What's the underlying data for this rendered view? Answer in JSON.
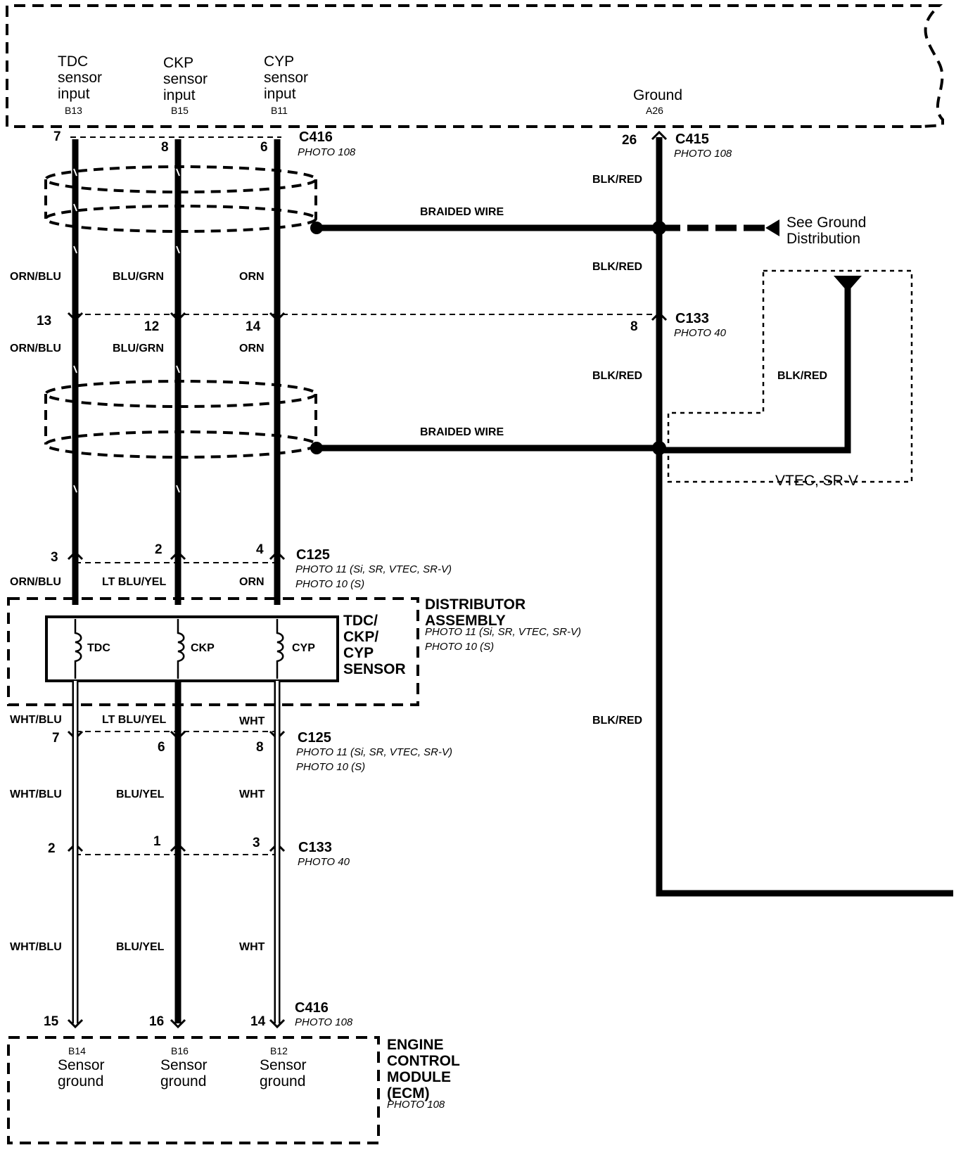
{
  "ecm_top": {
    "inputs": [
      {
        "name": "TDC\nsensor\ninput",
        "pin": "B13"
      },
      {
        "name": "CKP\nsensor\ninput",
        "pin": "B15"
      },
      {
        "name": "CYP\nsensor\ninput",
        "pin": "B11"
      },
      {
        "name": "Ground",
        "pin": "A26"
      }
    ]
  },
  "connectors": {
    "c416_top": {
      "name": "C416",
      "photo": "PHOTO 108",
      "pins": [
        "7",
        "8",
        "6"
      ]
    },
    "c415": {
      "name": "C415",
      "photo": "PHOTO 108",
      "pin": "26"
    },
    "c133_top": {
      "name": "C133",
      "photo": "PHOTO 40",
      "pins": [
        "13",
        "12",
        "14"
      ],
      "ground_pin": "8"
    },
    "c125_top": {
      "name": "C125",
      "photo_a": "PHOTO 11 (Si, SR, VTEC, SR-V)",
      "photo_b": "PHOTO 10 (S)",
      "pins": [
        "3",
        "2",
        "4"
      ]
    },
    "c125_bottom": {
      "name": "C125",
      "photo_a": "PHOTO 11 (Si, SR, VTEC, SR-V)",
      "photo_b": "PHOTO 10 (S)",
      "pins": [
        "7",
        "6",
        "8"
      ]
    },
    "c133_bottom": {
      "name": "C133",
      "photo": "PHOTO 40",
      "pins": [
        "2",
        "1",
        "3"
      ]
    },
    "c416_bottom": {
      "name": "C416",
      "photo": "PHOTO 108",
      "pins": [
        "15",
        "16",
        "14"
      ]
    }
  },
  "wire_colors": {
    "seg1": [
      "ORN/BLU",
      "BLU/GRN",
      "ORN"
    ],
    "seg2": [
      "ORN/BLU",
      "BLU/GRN",
      "ORN"
    ],
    "seg3": [
      "ORN/BLU",
      "LT BLU/YEL",
      "ORN"
    ],
    "seg4": [
      "WHT/BLU",
      "LT BLU/YEL",
      "WHT"
    ],
    "seg5": [
      "WHT/BLU",
      "BLU/YEL",
      "WHT"
    ],
    "seg6": [
      "WHT/BLU",
      "BLU/YEL",
      "WHT"
    ],
    "ground": "BLK/RED"
  },
  "braided_wire": "BRAIDED WIRE",
  "see_ground": "See Ground\nDistribution",
  "vtec_note": "VTEC, SR-V",
  "distributor": {
    "title": "DISTRIBUTOR\nASSEMBLY",
    "photo_a": "PHOTO 11 (Si, SR, VTEC, SR-V)",
    "photo_b": "PHOTO 10 (S)",
    "sensor_title": "TDC/\nCKP/\nCYP\nSENSOR",
    "coils": [
      "TDC",
      "CKP",
      "CYP"
    ]
  },
  "ecm_bottom": {
    "title": "ENGINE\nCONTROL\nMODULE\n(ECM)",
    "photo": "PHOTO 108",
    "grounds": [
      {
        "pin": "B14",
        "name": "Sensor\nground"
      },
      {
        "pin": "B16",
        "name": "Sensor\nground"
      },
      {
        "pin": "B12",
        "name": "Sensor\nground"
      }
    ]
  }
}
